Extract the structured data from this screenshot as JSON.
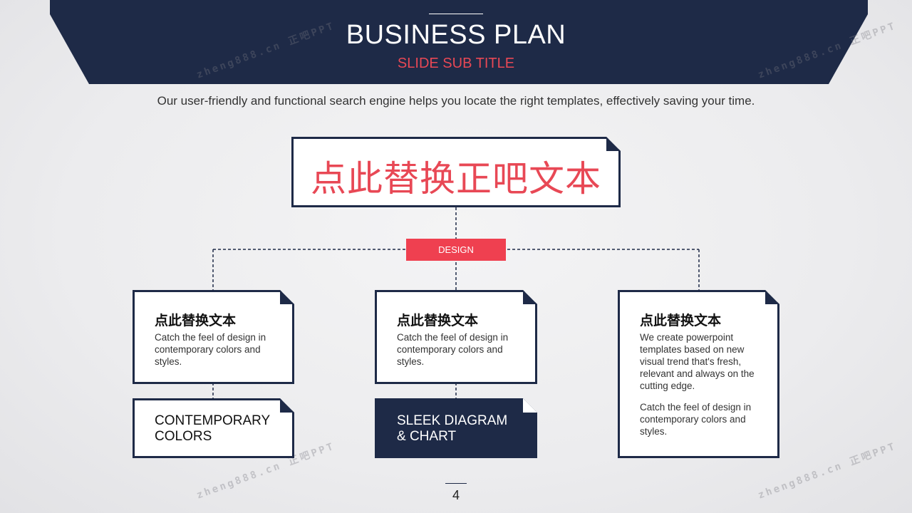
{
  "header": {
    "title": "BUSINESS PLAN",
    "subtitle": "SLIDE SUB TITLE"
  },
  "intro": "Our user-friendly and functional search engine helps you locate the right templates, effectively saving your time.",
  "main_box": {
    "text": "点此替换正吧文本"
  },
  "tag": {
    "label": "DESIGN"
  },
  "cards": [
    {
      "title": "点此替换文本",
      "paragraphs": [
        "Catch the feel of design in contemporary colors and styles."
      ]
    },
    {
      "title": "点此替换文本",
      "paragraphs": [
        "Catch the feel of design in contemporary colors and styles."
      ]
    },
    {
      "title": "点此替换文本",
      "paragraphs": [
        "We create powerpoint templates based on new visual trend that's fresh, relevant and always on the cutting edge.",
        "Catch the feel of design in contemporary colors and styles."
      ]
    }
  ],
  "labels": [
    {
      "line1": "CONTEMPORARY",
      "line2": "COLORS"
    },
    {
      "line1": "SLEEK DIAGRAM",
      "line2": "& CHART"
    }
  ],
  "watermark": "zheng888.cn 正吧PPT",
  "page_number": "4",
  "colors": {
    "navy": "#1e2a47",
    "accent_red": "#e84855",
    "tag_red": "#ef4050"
  }
}
